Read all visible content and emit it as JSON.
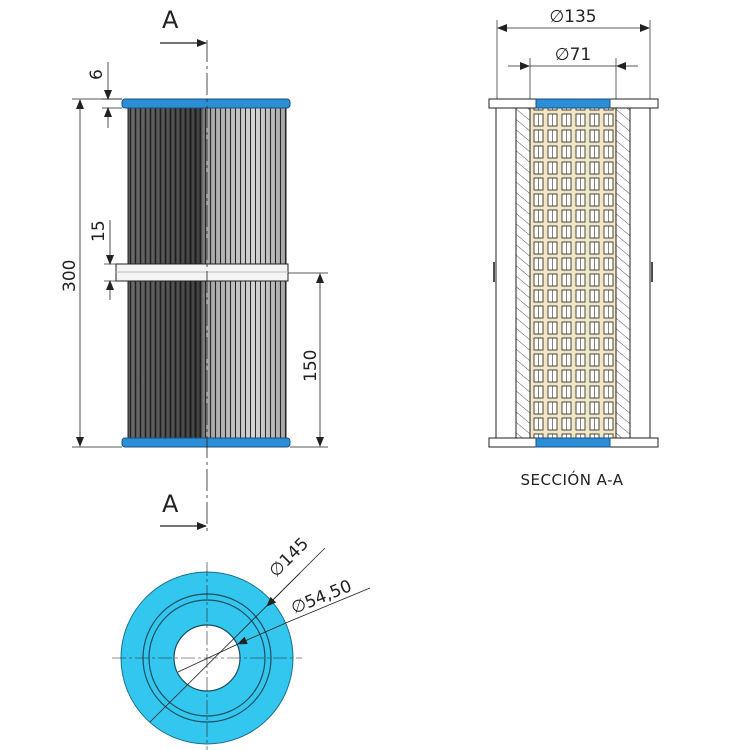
{
  "views": {
    "front": {
      "section_marker_top": "A",
      "section_marker_bottom": "A",
      "dims": {
        "cap": "6",
        "total": "300",
        "band": "15",
        "half": "150"
      }
    },
    "section": {
      "caption": "SECCIÓN A-A",
      "dims": {
        "outer": "∅135",
        "inner": "∅71"
      }
    },
    "top": {
      "dims": {
        "outer": "∅145",
        "inner": "∅54,50"
      }
    }
  },
  "colors": {
    "cap_blue": "#2b8fd8",
    "disc_cyan": "#33c6ee",
    "core_cream": "#f3e6c2",
    "pleat_dark": "#4d4d4d",
    "pleat_light": "#d8d8d8",
    "line": "#222222"
  }
}
